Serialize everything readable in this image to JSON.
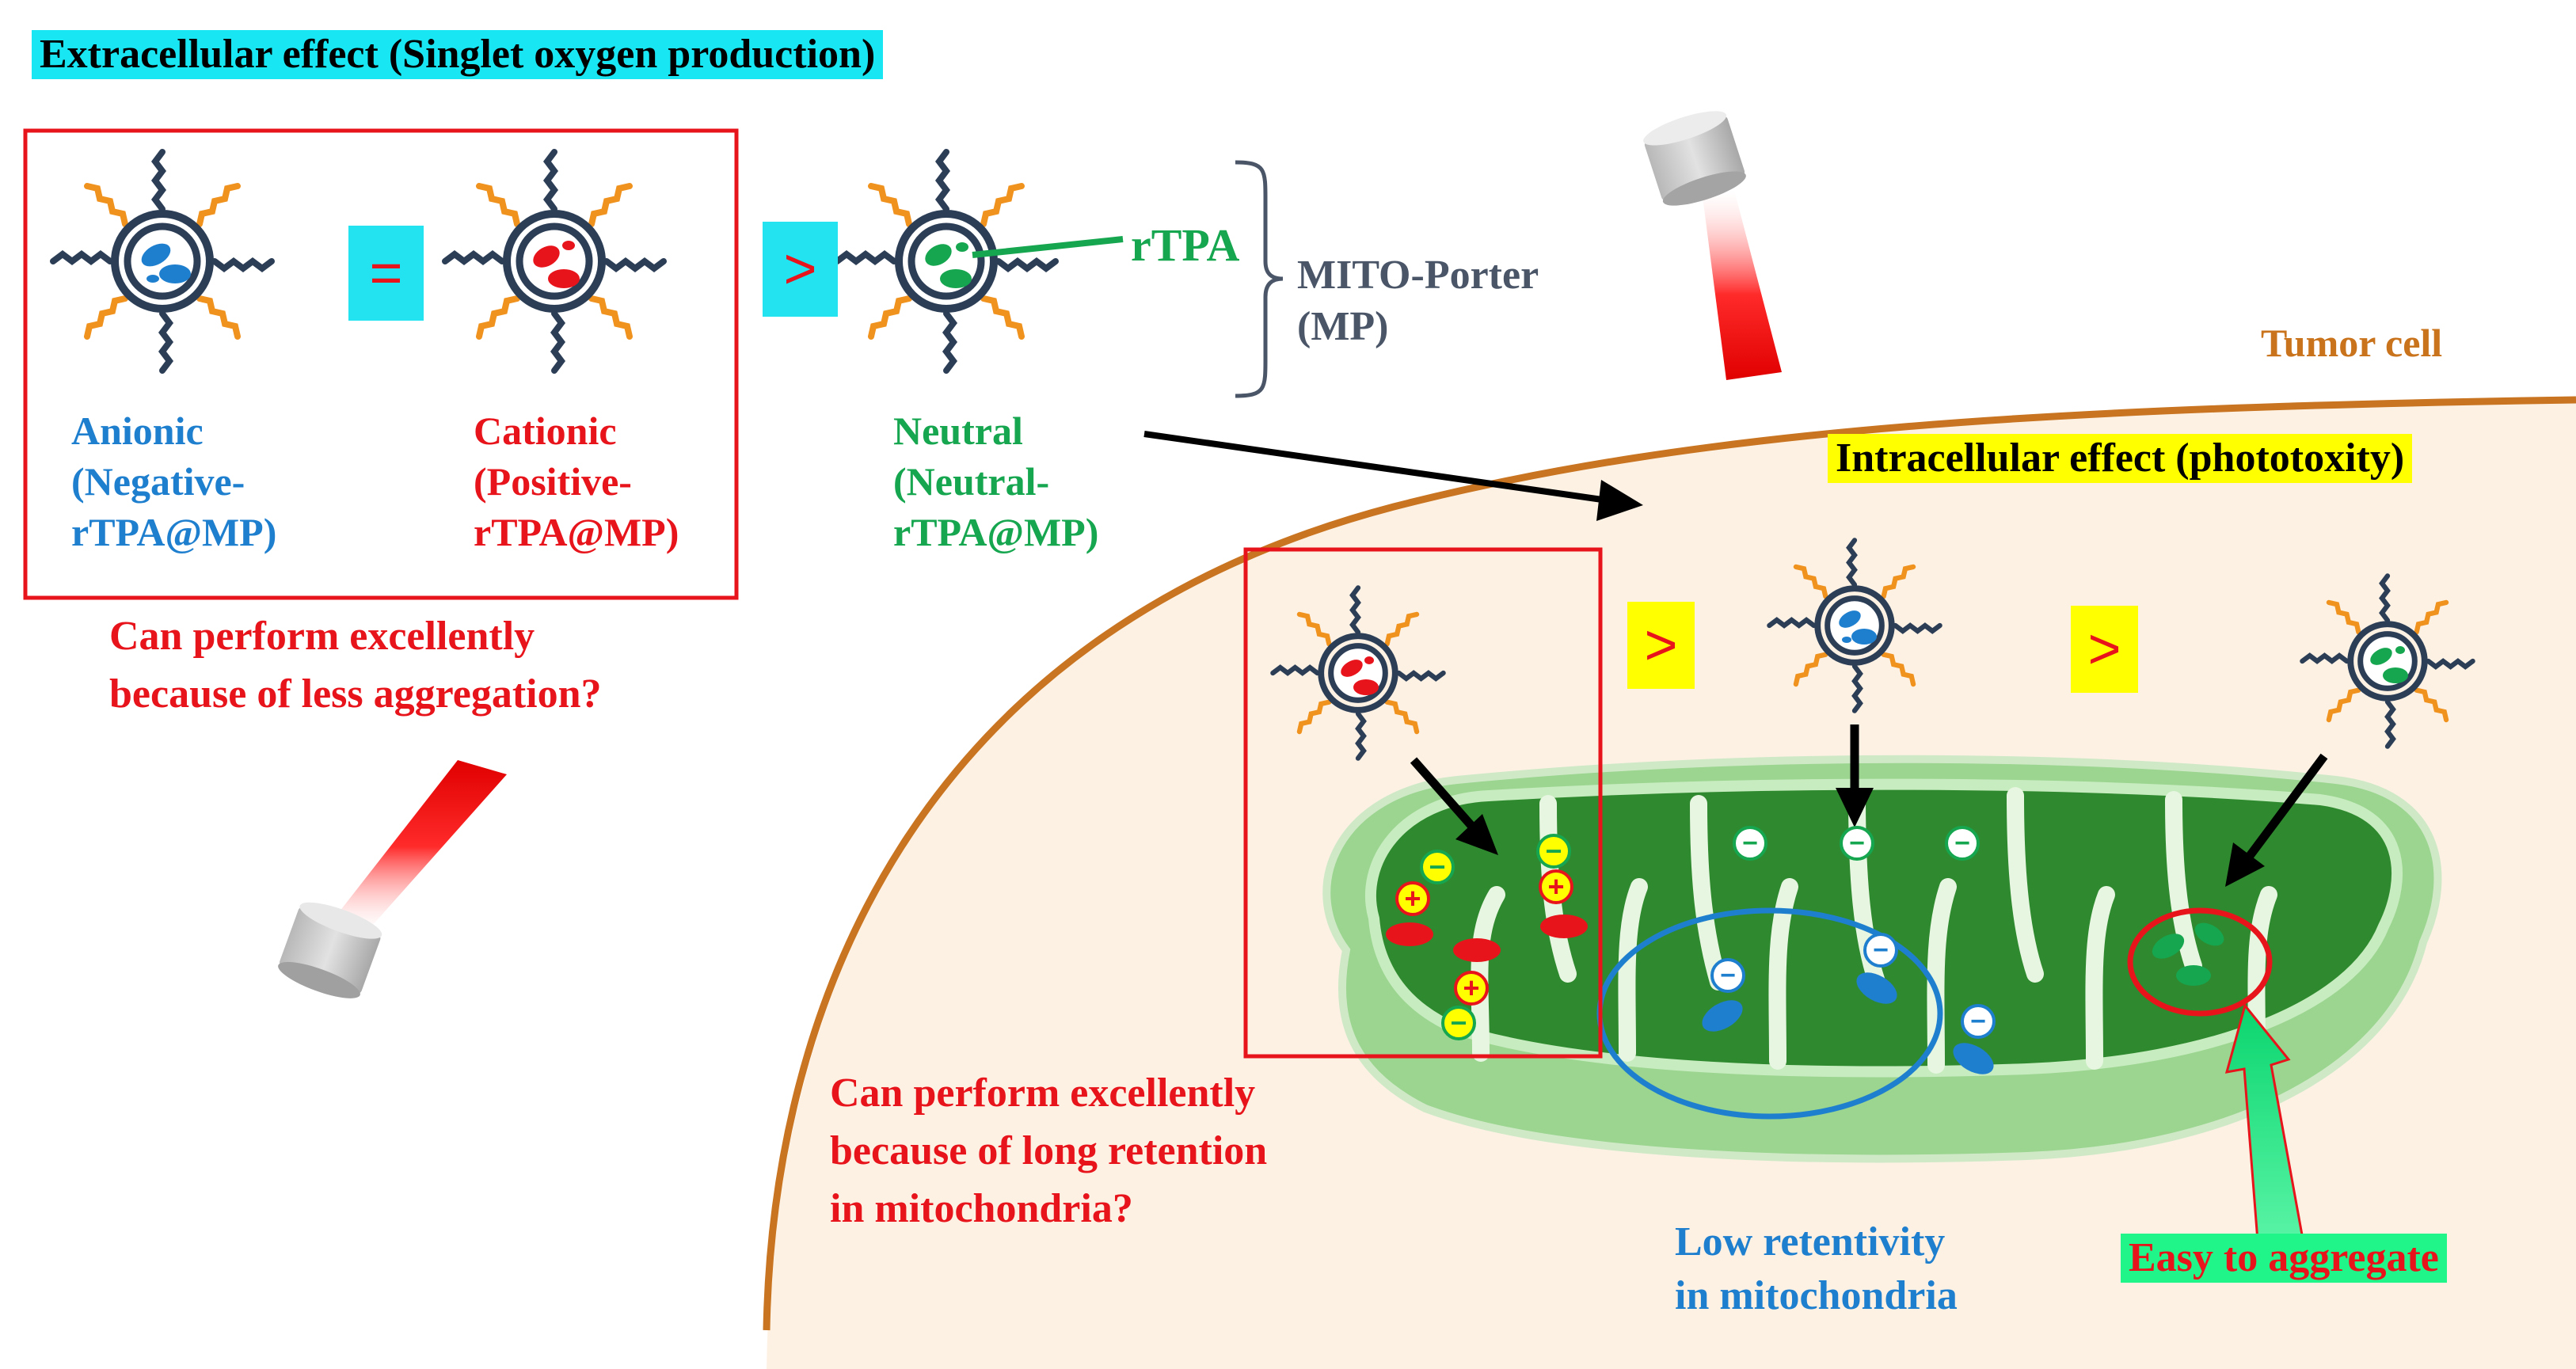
{
  "titles": {
    "extracellular": "Extracellular effect (Singlet oxygen production)",
    "intracellular": "Intracellular effect (phototoxity)",
    "tumor_cell": "Tumor cell"
  },
  "particles": {
    "anionic": [
      "Anionic",
      "(Negative-",
      "rTPA@MP)"
    ],
    "cationic": [
      "Cationic",
      "(Positive-",
      "rTPA@MP)"
    ],
    "neutral": [
      "Neutral",
      "(Neutral-",
      "rTPA@MP)"
    ]
  },
  "labels": {
    "rtpa": "rTPA",
    "mito_porter": [
      "MITO-Porter",
      "(MP)"
    ]
  },
  "operators": {
    "equal": "=",
    "greater1": ">",
    "greater2": ">",
    "greater3": ">"
  },
  "questions": {
    "aggregation": [
      "Can perform excellently",
      "because of less aggregation?"
    ],
    "retention": [
      "Can perform excellently",
      "because of long retention",
      "in mitochondria?"
    ]
  },
  "notes": {
    "low_retentivity": [
      "Low retentivity",
      "in mitochondria"
    ],
    "easy_aggregate": "Easy to aggregate"
  },
  "charges": {
    "minus": "−",
    "plus": "+"
  },
  "colors": {
    "anionic": "#1f7fcf",
    "cationic": "#e8141b",
    "neutral": "#15a64f",
    "cell_fill": "#fdf1e4",
    "cell_border": "#c87420",
    "mito_outer": "#92d28a",
    "mito_inner": "#2f8a2f",
    "membrane_ring": "#2c3e56",
    "peg_orange": "#f0921e",
    "highlight_cyan": "#18e6f2",
    "highlight_yellow": "#ffff00",
    "highlight_green": "#20f58a"
  }
}
